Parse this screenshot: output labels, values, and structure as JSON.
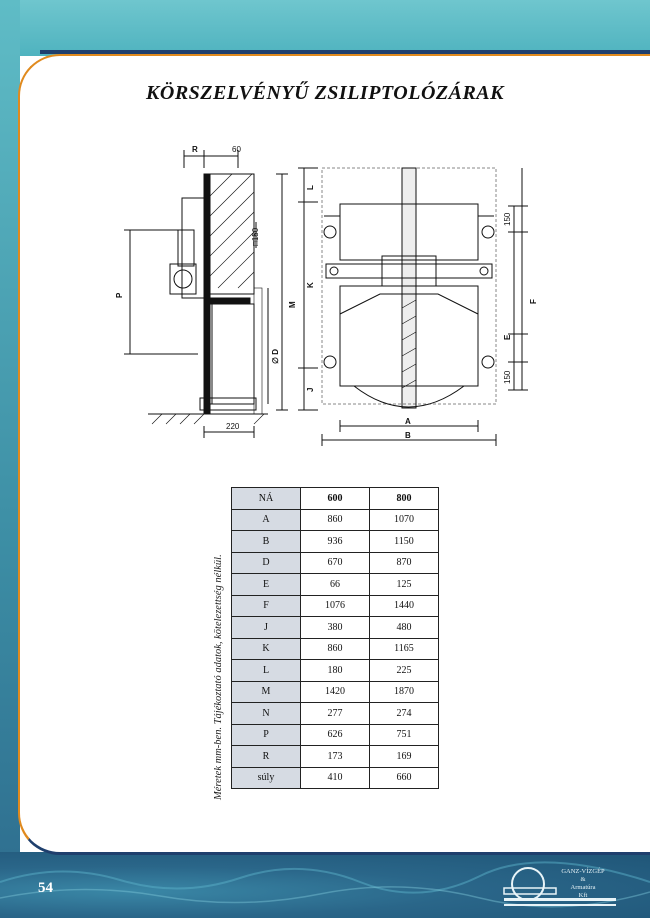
{
  "page": {
    "title": "KÖRSZELVÉNYŰ ZSILIPTOLÓZÁRAK",
    "page_number": "54",
    "vertical_note": "Méretek mm-ben. Tájékoztató adatok, kötelezettség nélkül."
  },
  "drawing": {
    "labels": {
      "r": "R",
      "sixty": "60",
      "sq150": "□150",
      "p": "P",
      "m": "M",
      "d": "∅ D",
      "two20": "220",
      "l": "L",
      "k": "K",
      "j": "J",
      "a": "A",
      "b": "B",
      "f": "F",
      "e": "E",
      "one50_top": "150",
      "one50_bottom": "150"
    }
  },
  "table": {
    "header": [
      "NÁ",
      "600",
      "800"
    ],
    "rows": [
      [
        "A",
        "860",
        "1070"
      ],
      [
        "B",
        "936",
        "1150"
      ],
      [
        "D",
        "670",
        "870"
      ],
      [
        "E",
        "66",
        "125"
      ],
      [
        "F",
        "1076",
        "1440"
      ],
      [
        "J",
        "380",
        "480"
      ],
      [
        "K",
        "860",
        "1165"
      ],
      [
        "L",
        "180",
        "225"
      ],
      [
        "M",
        "1420",
        "1870"
      ],
      [
        "N",
        "277",
        "274"
      ],
      [
        "P",
        "626",
        "751"
      ],
      [
        "R",
        "173",
        "169"
      ],
      [
        "súly",
        "410",
        "660"
      ]
    ]
  },
  "logo": {
    "line1": "GANZ-VÍZGÉP",
    "line2": "&",
    "line3": "Armatúra",
    "line4": "Kft"
  },
  "colors": {
    "accent_orange": "#e08a1e",
    "band_teal": "#5fbcc6",
    "navy": "#1f3f6d",
    "table_label_bg": "#d6dbe3"
  }
}
